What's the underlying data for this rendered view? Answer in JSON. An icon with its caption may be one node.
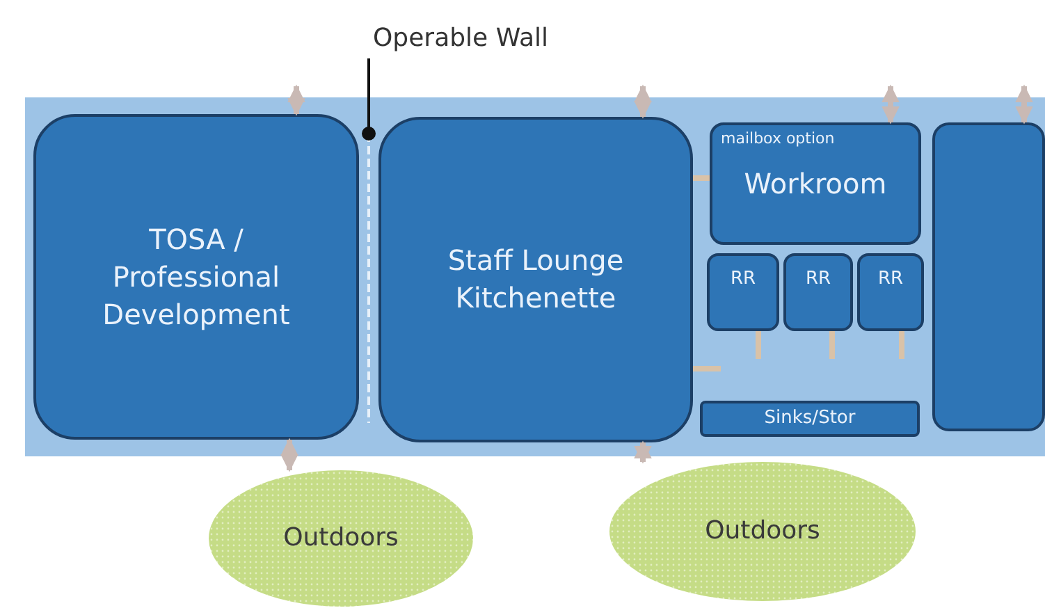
{
  "diagram": {
    "nodes": [
      {
        "text": [],
        "shape": "band"
      },
      {
        "text": [
          "TOSA / Professional Development"
        ],
        "in": 0
      },
      {
        "text": [
          "Staff Lounge Kitchenette"
        ],
        "in": 0
      },
      {
        "text": [
          "mailbox option",
          "Workroom"
        ],
        "in": 0
      },
      {
        "text": [
          "RR"
        ],
        "in": 0
      },
      {
        "text": [
          "RR"
        ],
        "in": 0
      },
      {
        "text": [
          "RR"
        ],
        "in": 0
      },
      {
        "text": [
          "Sinks/Stor"
        ],
        "in": 0
      },
      {
        "text": [],
        "shape": "box",
        "in": 0
      },
      {
        "text": [
          "Outdoors"
        ]
      },
      {
        "text": [
          "Outdoors"
        ]
      },
      {
        "text": [
          "Operable Wall"
        ]
      },
      {
        "text": [],
        "shape": "bar",
        "in": 0
      }
    ],
    "edges": [
      {
        "from": 11,
        "to": 12,
        "arrow": "other",
        "color": "#111111"
      },
      {
        "from": null,
        "to": 1,
        "arrow": "both"
      },
      {
        "from": 1,
        "to": 9,
        "arrow": "both"
      },
      {
        "from": null,
        "to": 2,
        "arrow": "both"
      },
      {
        "from": 2,
        "to": 10,
        "arrow": "both"
      },
      {
        "from": null,
        "to": 3,
        "arrow": "both"
      },
      {
        "from": null,
        "to": 8,
        "arrow": "both"
      },
      {
        "from": 2,
        "to": 3,
        "arrow": "none"
      },
      {
        "from": 2,
        "to": null,
        "arrow": "none"
      },
      {
        "from": 4,
        "to": null,
        "arrow": "none"
      },
      {
        "from": 5,
        "to": null,
        "arrow": "none"
      },
      {
        "from": 6,
        "to": null,
        "arrow": "none"
      }
    ]
  }
}
